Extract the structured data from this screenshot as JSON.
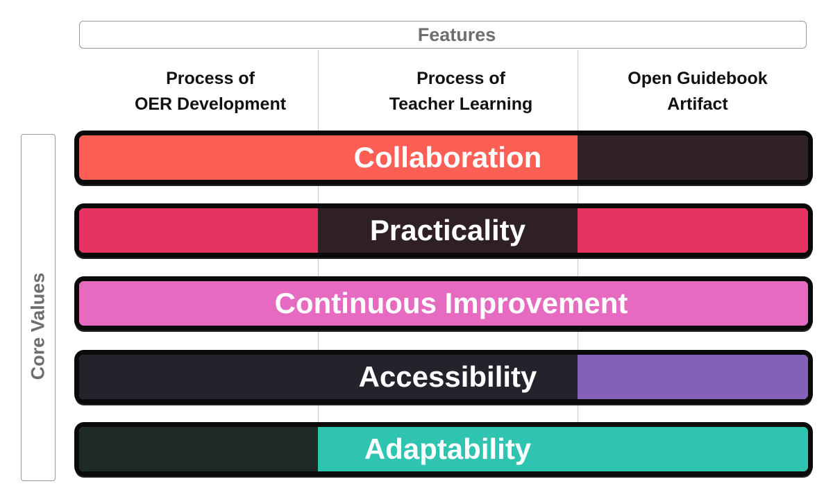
{
  "header": {
    "features_label": "Features",
    "columns": [
      {
        "line1": "Process of",
        "line2": "OER Development"
      },
      {
        "line1": "Process of",
        "line2": "Teacher Learning"
      },
      {
        "line1": "Open Guidebook",
        "line2": "Artifact"
      }
    ]
  },
  "side": {
    "core_values_label": "Core Values"
  },
  "rows": [
    {
      "label": "Collaboration",
      "segments": [
        "#fe5f55",
        "#fe5f55",
        "#312225"
      ]
    },
    {
      "label": "Practicality",
      "segments": [
        "#e63462",
        "#2f2023",
        "#e63462"
      ]
    },
    {
      "label": "Continuous Improvement",
      "segments": [
        "#e66ac0",
        "#e66ac0",
        "#e66ac0"
      ]
    },
    {
      "label": "Accessibility",
      "segments": [
        "#25222c",
        "#25222c",
        "#8560b9"
      ]
    },
    {
      "label": "Adaptability",
      "segments": [
        "#1e2a28",
        "#2ec4b0",
        "#2ec4b0"
      ]
    }
  ],
  "colors": {
    "collaboration": "#fe5f55",
    "practicality": "#e63462",
    "continuous_improvement": "#e66ac0",
    "accessibility": "#8560b9",
    "adaptability": "#2ec4b0",
    "dark": "#2a2226"
  }
}
